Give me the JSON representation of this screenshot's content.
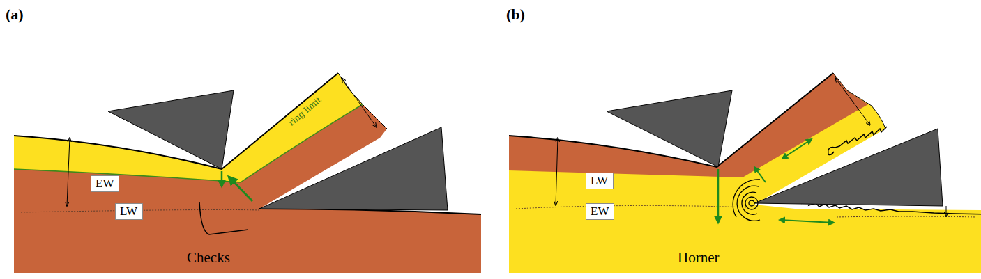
{
  "diagram": {
    "nodes": [
      {
        "text": [
          "EW"
        ]
      },
      {
        "text": [
          "LW"
        ]
      },
      {
        "text": [
          "LW"
        ]
      },
      {
        "text": [
          "EW"
        ]
      }
    ],
    "labels": [
      "(a)",
      "(b)",
      "ring limit",
      "Checks",
      "Horner"
    ]
  }
}
